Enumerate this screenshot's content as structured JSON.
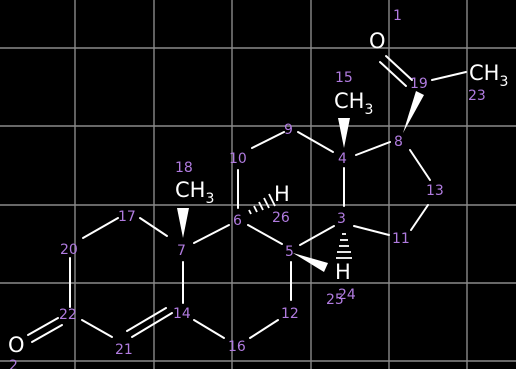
{
  "molecule": {
    "atoms": [
      {
        "id": "O1",
        "label": "O"
      },
      {
        "id": "O2",
        "label": "O"
      },
      {
        "id": "C15",
        "label": "CH",
        "sub": "3"
      },
      {
        "id": "C18",
        "label": "CH",
        "sub": "3"
      },
      {
        "id": "C23",
        "label": "CH",
        "sub": "3"
      },
      {
        "id": "H26",
        "label": "H"
      },
      {
        "id": "H24",
        "label": "H"
      }
    ],
    "indices": [
      {
        "id": "i1",
        "text": "1"
      },
      {
        "id": "i2",
        "text": "2"
      },
      {
        "id": "i3",
        "text": "3"
      },
      {
        "id": "i4",
        "text": "4"
      },
      {
        "id": "i5",
        "text": "5"
      },
      {
        "id": "i6",
        "text": "6"
      },
      {
        "id": "i7",
        "text": "7"
      },
      {
        "id": "i8",
        "text": "8"
      },
      {
        "id": "i9",
        "text": "9"
      },
      {
        "id": "i10",
        "text": "10"
      },
      {
        "id": "i11",
        "text": "11"
      },
      {
        "id": "i12",
        "text": "12"
      },
      {
        "id": "i13",
        "text": "13"
      },
      {
        "id": "i14",
        "text": "14"
      },
      {
        "id": "i15",
        "text": "15"
      },
      {
        "id": "i16",
        "text": "16"
      },
      {
        "id": "i17",
        "text": "17"
      },
      {
        "id": "i18",
        "text": "18"
      },
      {
        "id": "i19",
        "text": "19"
      },
      {
        "id": "i20",
        "text": "20"
      },
      {
        "id": "i21",
        "text": "21"
      },
      {
        "id": "i22",
        "text": "22"
      },
      {
        "id": "i23",
        "text": "23"
      },
      {
        "id": "i24",
        "text": "24"
      },
      {
        "id": "i25",
        "text": "25"
      },
      {
        "id": "i26",
        "text": "26"
      }
    ]
  },
  "colors": {
    "background": "#000000",
    "grid": "#8a8a8a",
    "bond": "#ffffff",
    "index": "#b07bdf"
  }
}
